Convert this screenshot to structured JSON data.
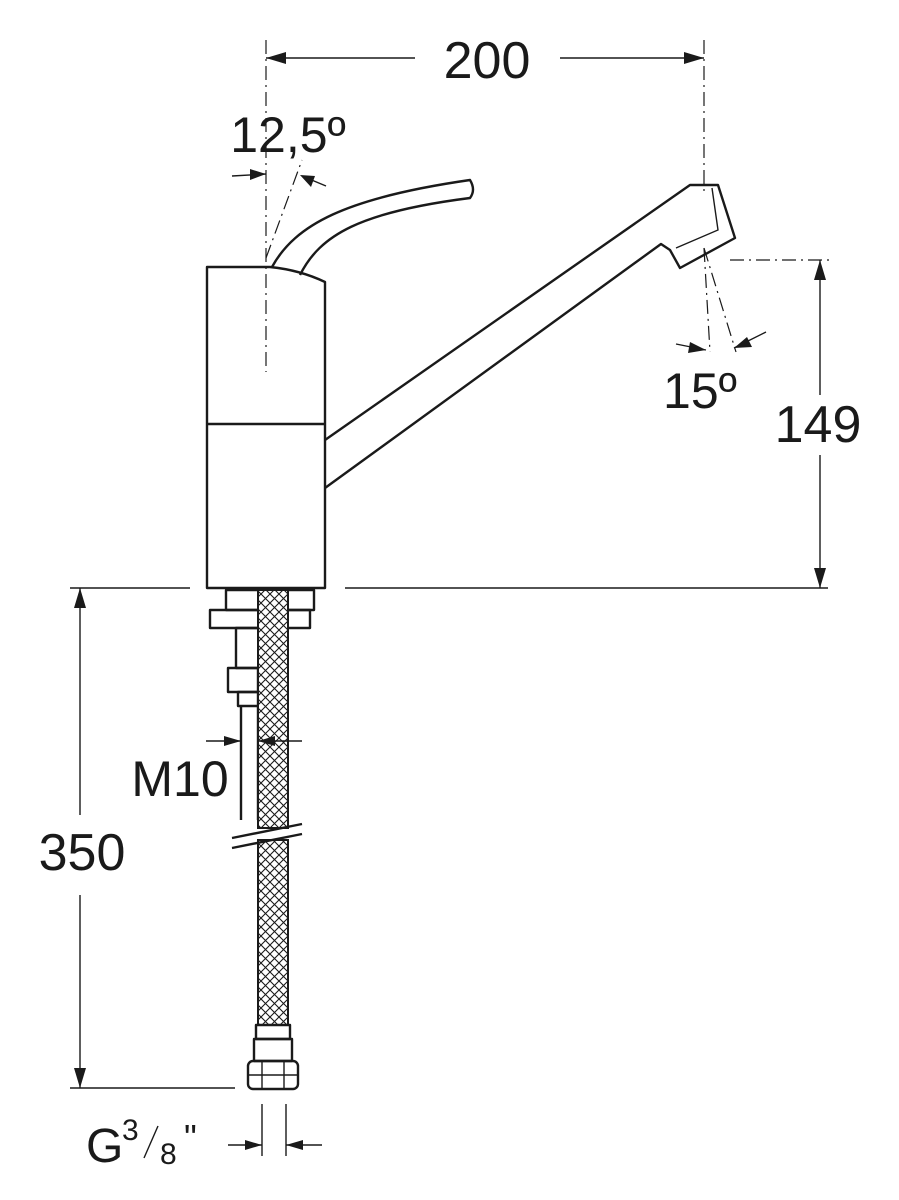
{
  "dimensions": {
    "spout_reach": "200",
    "lever_angle": "12,5º",
    "aerator_angle": "15º",
    "spout_height": "149",
    "hose_length": "350",
    "stud_thread": "M10",
    "hose_connection": {
      "prefix": "G",
      "numerator": "3",
      "denominator": "8",
      "suffix": "\""
    }
  },
  "colors": {
    "line": "#1a1a1a",
    "background": "#ffffff"
  }
}
